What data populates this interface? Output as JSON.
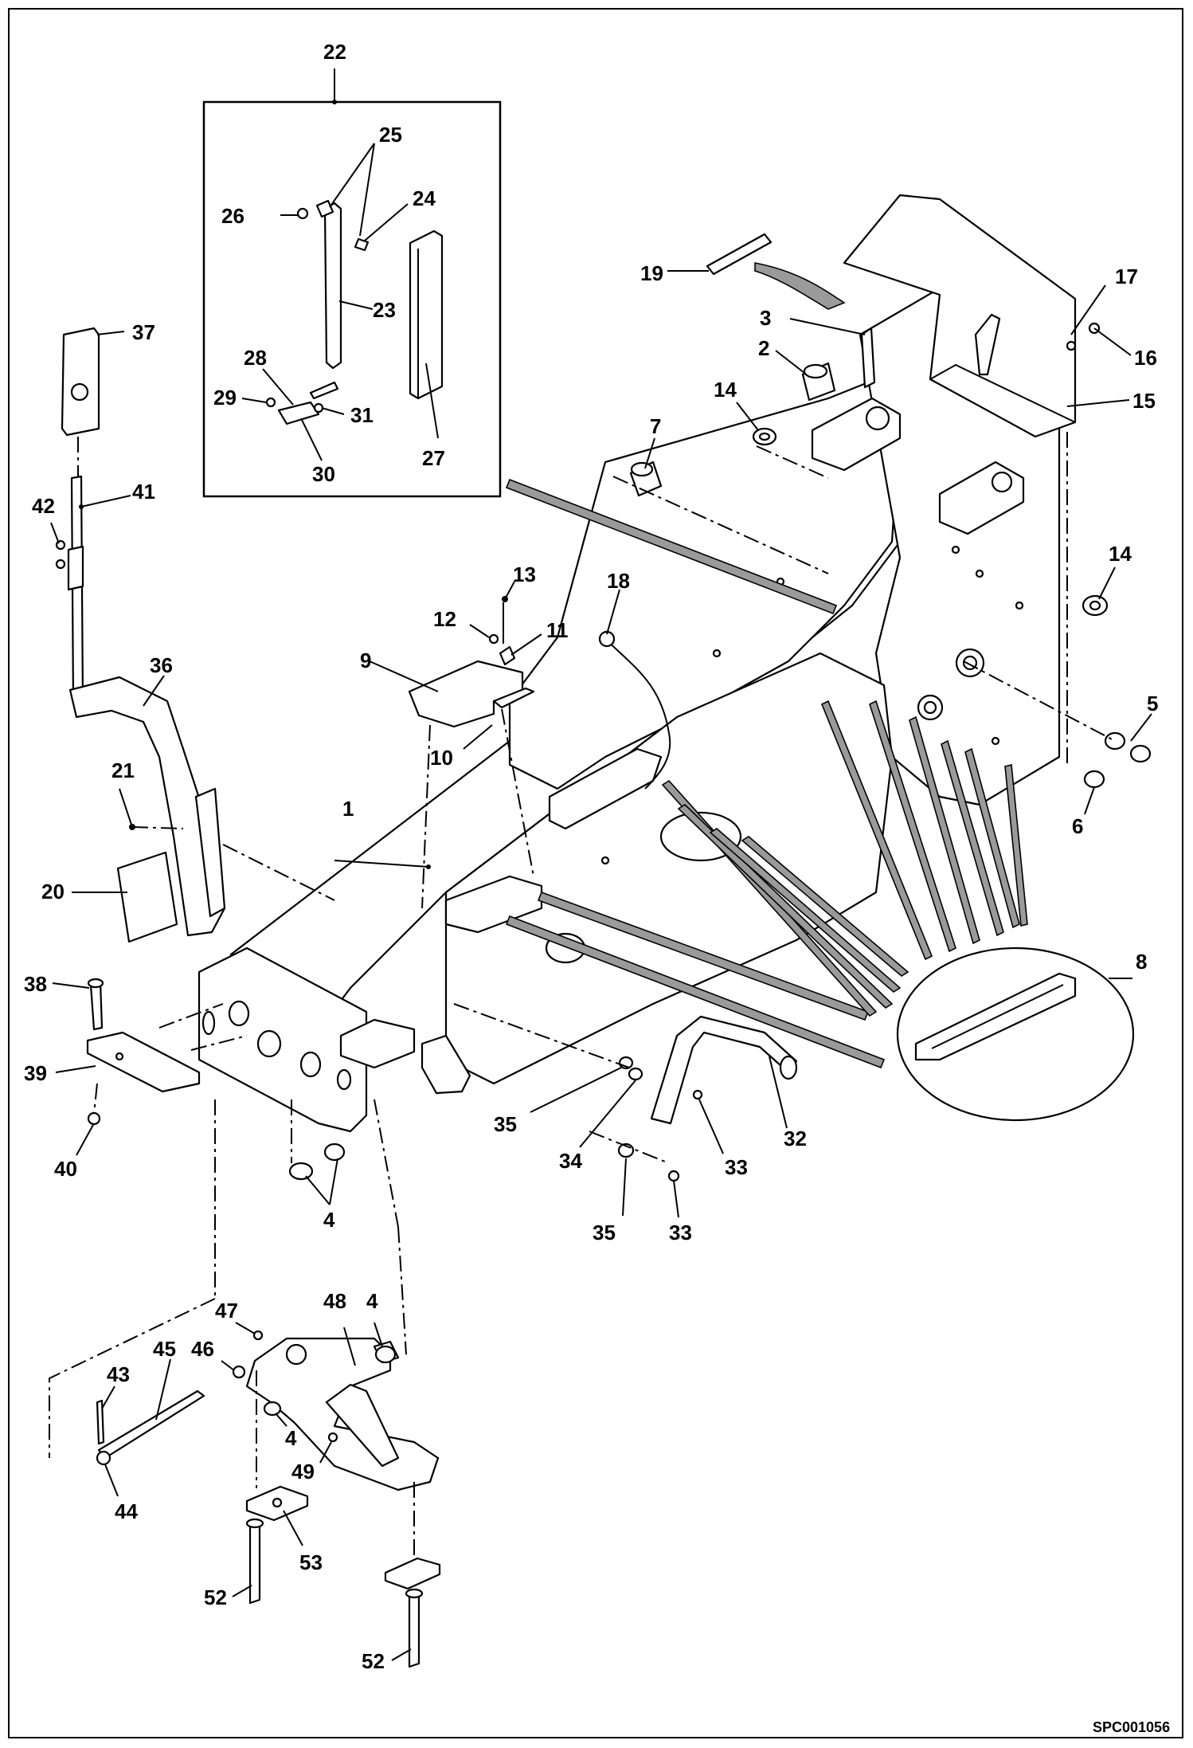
{
  "figure": {
    "reference_code": "SPC001056"
  },
  "callouts": [
    {
      "id": "22",
      "label": "22"
    },
    {
      "id": "25",
      "label": "25"
    },
    {
      "id": "24",
      "label": "24"
    },
    {
      "id": "26",
      "label": "26"
    },
    {
      "id": "23",
      "label": "23"
    },
    {
      "id": "28",
      "label": "28"
    },
    {
      "id": "29",
      "label": "29"
    },
    {
      "id": "31",
      "label": "31"
    },
    {
      "id": "30",
      "label": "30"
    },
    {
      "id": "27",
      "label": "27"
    },
    {
      "id": "19",
      "label": "19"
    },
    {
      "id": "17",
      "label": "17"
    },
    {
      "id": "3",
      "label": "3"
    },
    {
      "id": "16",
      "label": "16"
    },
    {
      "id": "2",
      "label": "2"
    },
    {
      "id": "15",
      "label": "15"
    },
    {
      "id": "14a",
      "label": "14"
    },
    {
      "id": "7",
      "label": "7"
    },
    {
      "id": "14b",
      "label": "14"
    },
    {
      "id": "37",
      "label": "37"
    },
    {
      "id": "41",
      "label": "41"
    },
    {
      "id": "42",
      "label": "42"
    },
    {
      "id": "13",
      "label": "13"
    },
    {
      "id": "18",
      "label": "18"
    },
    {
      "id": "12",
      "label": "12"
    },
    {
      "id": "11",
      "label": "11"
    },
    {
      "id": "9",
      "label": "9"
    },
    {
      "id": "36",
      "label": "36"
    },
    {
      "id": "10",
      "label": "10"
    },
    {
      "id": "5",
      "label": "5"
    },
    {
      "id": "6",
      "label": "6"
    },
    {
      "id": "21",
      "label": "21"
    },
    {
      "id": "1",
      "label": "1"
    },
    {
      "id": "20",
      "label": "20"
    },
    {
      "id": "8",
      "label": "8"
    },
    {
      "id": "38",
      "label": "38"
    },
    {
      "id": "39",
      "label": "39"
    },
    {
      "id": "35a",
      "label": "35"
    },
    {
      "id": "32",
      "label": "32"
    },
    {
      "id": "34",
      "label": "34"
    },
    {
      "id": "33a",
      "label": "33"
    },
    {
      "id": "40",
      "label": "40"
    },
    {
      "id": "4a",
      "label": "4"
    },
    {
      "id": "35b",
      "label": "35"
    },
    {
      "id": "33b",
      "label": "33"
    },
    {
      "id": "48",
      "label": "48"
    },
    {
      "id": "4b",
      "label": "4"
    },
    {
      "id": "47",
      "label": "47"
    },
    {
      "id": "46",
      "label": "46"
    },
    {
      "id": "45",
      "label": "45"
    },
    {
      "id": "43",
      "label": "43"
    },
    {
      "id": "4c",
      "label": "4"
    },
    {
      "id": "49",
      "label": "49"
    },
    {
      "id": "44",
      "label": "44"
    },
    {
      "id": "53",
      "label": "53"
    },
    {
      "id": "52a",
      "label": "52"
    },
    {
      "id": "52b",
      "label": "52"
    }
  ]
}
